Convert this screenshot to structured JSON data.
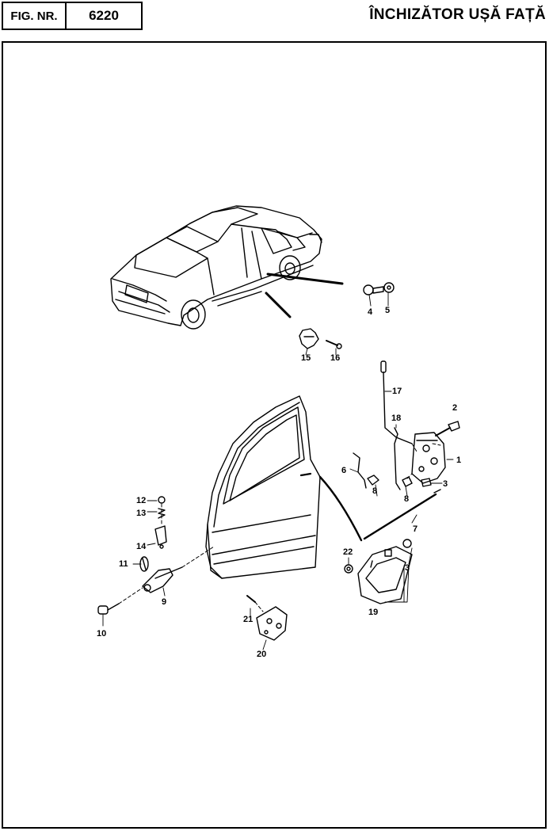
{
  "header": {
    "fig_label": "FIG. NR.",
    "fig_number": "6220",
    "title": "ÎNCHIZĂTOR UȘĂ FAȚĂ"
  },
  "callouts": {
    "c1": "1",
    "c2": "2",
    "c3a": "3",
    "c3b": "3",
    "c4": "4",
    "c5": "5",
    "c6": "6",
    "c7": "7",
    "c8a": "8",
    "c8b": "8",
    "c9": "9",
    "c10": "10",
    "c11": "11",
    "c12": "12",
    "c13": "13",
    "c14": "14",
    "c15": "15",
    "c16": "16",
    "c17": "17",
    "c18": "18",
    "c19": "19",
    "c20": "20",
    "c21": "21",
    "c22": "22"
  }
}
